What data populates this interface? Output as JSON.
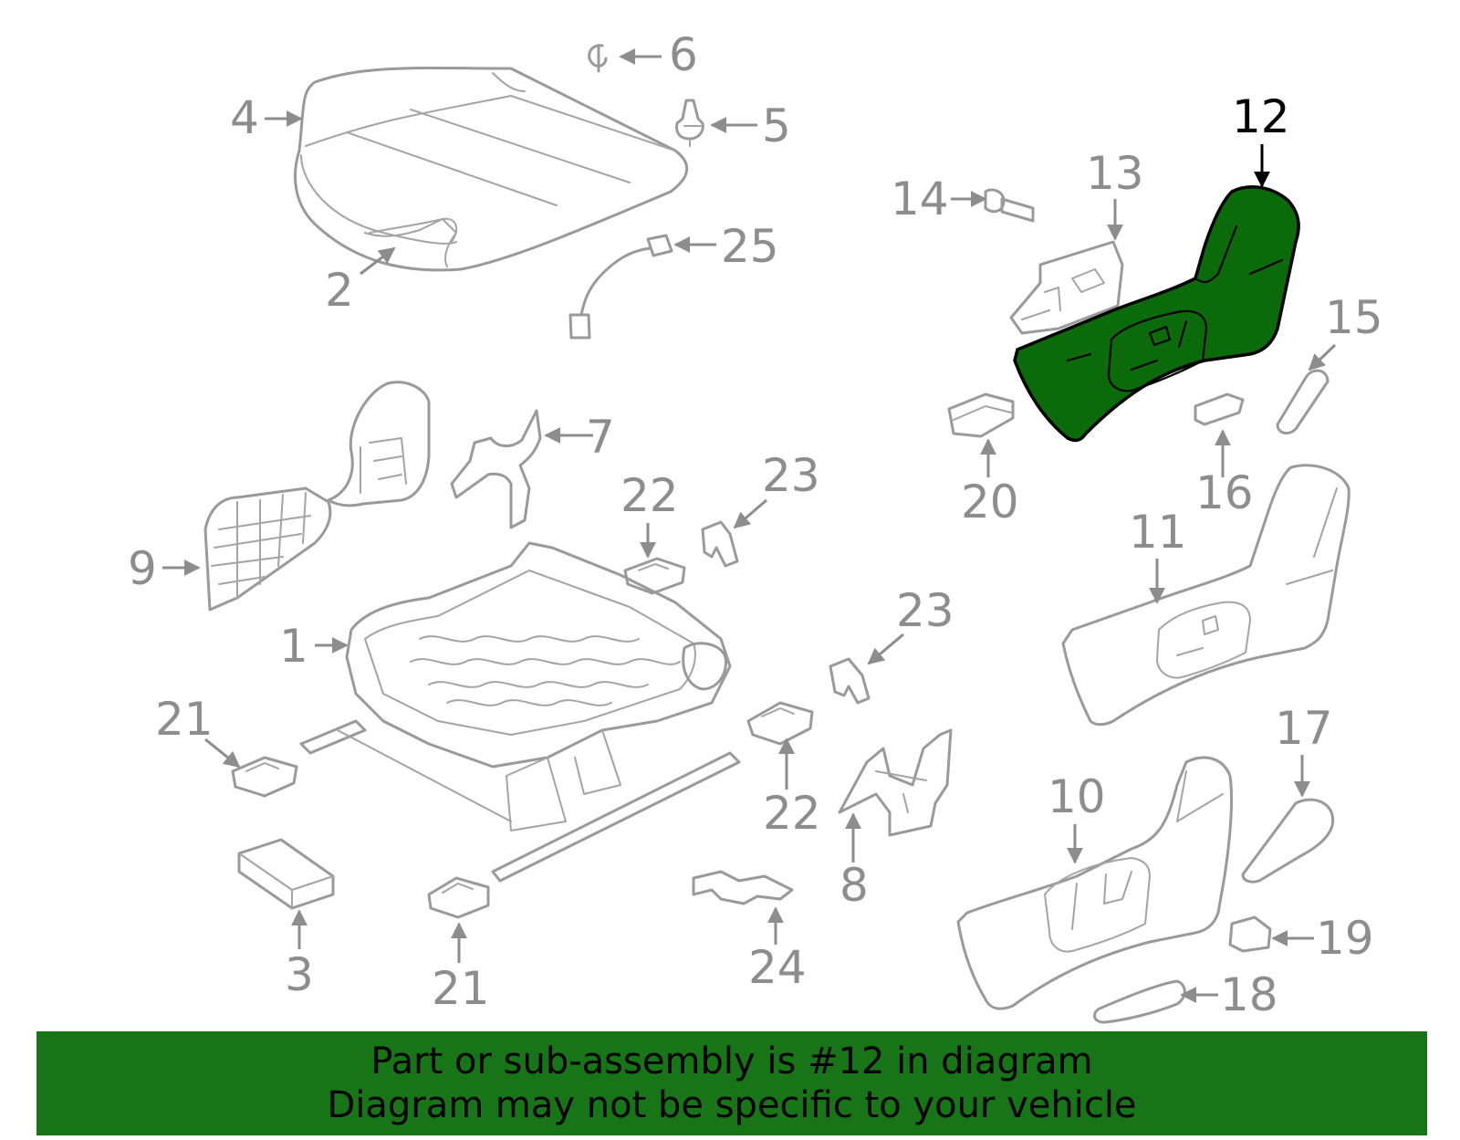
{
  "callouts": {
    "c1": "1",
    "c2": "2",
    "c3": "3",
    "c4": "4",
    "c5": "5",
    "c6": "6",
    "c7": "7",
    "c8": "8",
    "c9": "9",
    "c10": "10",
    "c11": "11",
    "c12": "12",
    "c13": "13",
    "c14": "14",
    "c15": "15",
    "c16": "16",
    "c17": "17",
    "c18": "18",
    "c19": "19",
    "c20": "20",
    "c21a": "21",
    "c21b": "21",
    "c22a": "22",
    "c22b": "22",
    "c23a": "23",
    "c23b": "23",
    "c24": "24",
    "c25": "25"
  },
  "highlight": {
    "part_number": "12",
    "fill_color": "#0b6b0b"
  },
  "colors": {
    "line_gray": "#9a9a9a",
    "banner_green": "#177517"
  },
  "banner": {
    "line1": "Part or sub-assembly is #12 in diagram",
    "line2": "Diagram may not be specific to your vehicle"
  }
}
